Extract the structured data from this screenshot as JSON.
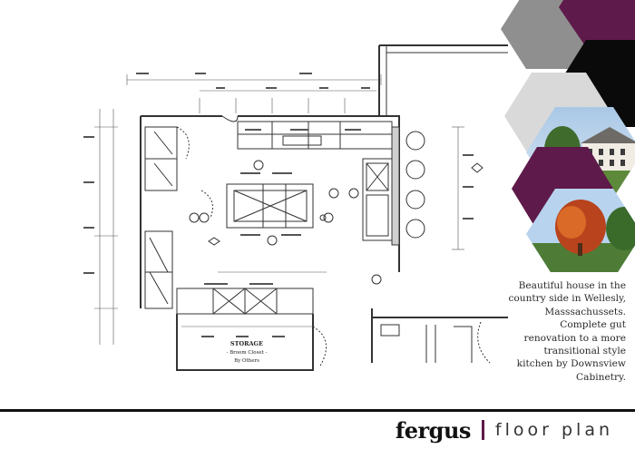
{
  "description": "Beautiful house in the country side in Wellesly, Masssachussets. Complete gut renovation to a more transitional style kitchen by Downsview Cabinetry.",
  "footer": {
    "brand": "fergus",
    "subtitle": "floor plan"
  },
  "plan": {
    "storage_title": "STORAGE",
    "storage_sub1": "- Broom Closet -",
    "storage_sub2": "By Others"
  },
  "colors": {
    "accent": "#5e1a4a",
    "hex_gray": "#8f8f8f",
    "hex_light": "#d9d9d9",
    "hex_black": "#0a0a0a"
  }
}
